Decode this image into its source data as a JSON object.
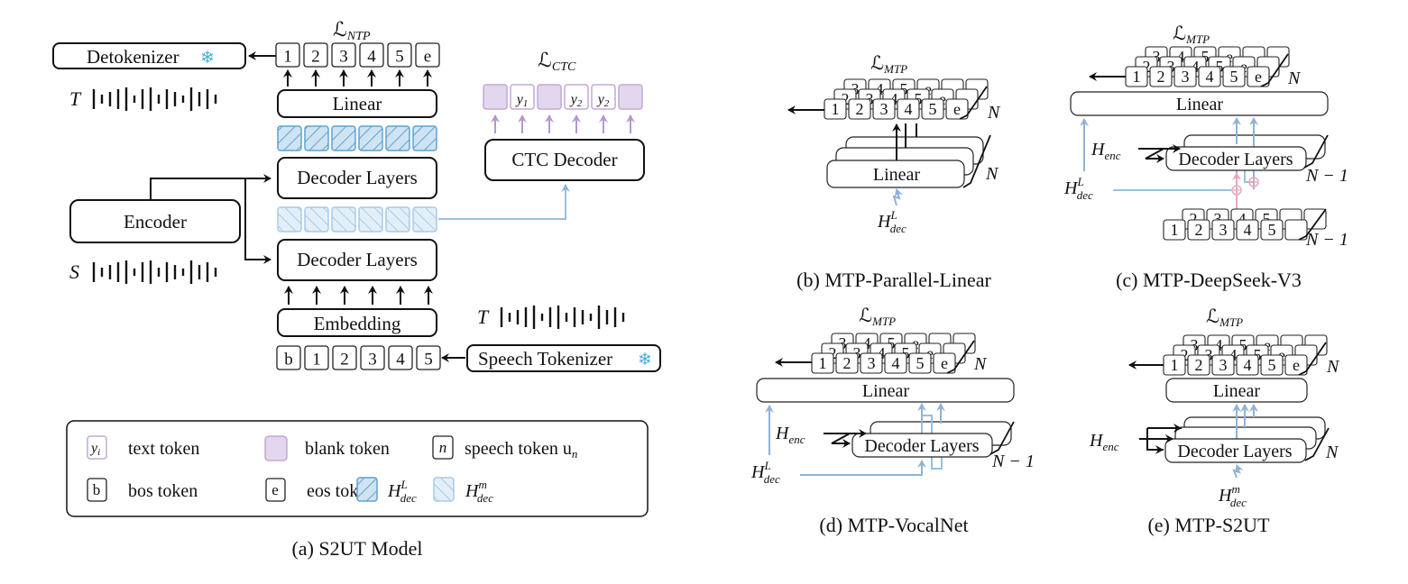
{
  "panel_a": {
    "caption": "(a) S2UT Model",
    "loss_ntp": "ℒ",
    "loss_ntp_sub": "NTP",
    "loss_ctc": "ℒ",
    "loss_ctc_sub": "CTC",
    "detokenizer": "Detokenizer",
    "linear": "Linear",
    "decoder_layers_top": "Decoder Layers",
    "decoder_layers_bottom": "Decoder Layers",
    "encoder": "Encoder",
    "ctc_decoder": "CTC Decoder",
    "embedding": "Embedding",
    "speech_tokenizer": "Speech Tokenizer",
    "freeze_icon": "❄",
    "wave_t_label": "T",
    "wave_s_label": "S",
    "wave_t2_label": "T",
    "output_tokens": [
      "1",
      "2",
      "3",
      "4",
      "5",
      "e"
    ],
    "input_tokens": [
      "b",
      "1",
      "2",
      "3",
      "4",
      "5"
    ],
    "ctc_tokens": [
      "",
      "y1",
      "",
      "y2",
      "y2",
      ""
    ],
    "legend": {
      "text_token_sym": "y",
      "text_token_sub": "i",
      "text_token": "text token",
      "blank_token": "blank token",
      "speech_token_sym": "n",
      "speech_token": "speech token u",
      "speech_token_sub": "n",
      "bos_sym": "b",
      "bos_token": "bos token",
      "eos_sym": "e",
      "eos_token": "eos token",
      "hdec_L": "H",
      "hdec_L_sup": "L",
      "hdec_L_sub": "dec",
      "hdec_m": "H",
      "hdec_m_sup": "m",
      "hdec_m_sub": "dec"
    }
  },
  "panel_b": {
    "caption": "(b) MTP-Parallel-Linear",
    "loss": "ℒ",
    "loss_sub": "MTP",
    "linear": "Linear",
    "n_label": "N",
    "n_label2": "N",
    "input_label": "H",
    "input_sup": "L",
    "input_sub": "dec",
    "row3": [
      "3",
      "4",
      "5",
      "e",
      "",
      ""
    ],
    "row2": [
      "2",
      "3",
      "4",
      "5",
      "e",
      ""
    ],
    "row1": [
      "1",
      "2",
      "3",
      "4",
      "5",
      "e"
    ]
  },
  "panel_c": {
    "caption": "(c) MTP-DeepSeek-V3",
    "loss": "ℒ",
    "loss_sub": "MTP",
    "linear": "Linear",
    "decoder_layers": "Decoder Layers",
    "n_label": "N",
    "n_minus_1_a": "N − 1",
    "n_minus_1_b": "N − 1",
    "h_enc": "H",
    "h_enc_sub": "enc",
    "h_dec": "H",
    "h_dec_sup": "L",
    "h_dec_sub": "dec",
    "row3": [
      "3",
      "4",
      "5",
      "e",
      "",
      ""
    ],
    "row2": [
      "2",
      "3",
      "4",
      "5",
      "e",
      ""
    ],
    "row1": [
      "1",
      "2",
      "3",
      "4",
      "5",
      "e"
    ],
    "in_row2": [
      "2",
      "3",
      "4",
      "5",
      "",
      ""
    ],
    "in_row1": [
      "1",
      "2",
      "3",
      "4",
      "5",
      ""
    ]
  },
  "panel_d": {
    "caption": "(d) MTP-VocalNet",
    "loss": "ℒ",
    "loss_sub": "MTP",
    "linear": "Linear",
    "decoder_layers": "Decoder Layers",
    "n_label": "N",
    "n_minus_1": "N − 1",
    "h_enc": "H",
    "h_enc_sub": "enc",
    "h_dec": "H",
    "h_dec_sup": "L",
    "h_dec_sub": "dec",
    "row3": [
      "3",
      "4",
      "5",
      "e",
      "",
      ""
    ],
    "row2": [
      "2",
      "3",
      "4",
      "5",
      "e",
      ""
    ],
    "row1": [
      "1",
      "2",
      "3",
      "4",
      "5",
      "e"
    ]
  },
  "panel_e": {
    "caption": "(e) MTP-S2UT",
    "loss": "ℒ",
    "loss_sub": "MTP",
    "linear": "Linear",
    "decoder_layers": "Decoder Layers",
    "n_label": "N",
    "n_label2": "N",
    "h_enc": "H",
    "h_enc_sub": "enc",
    "h_dec": "H",
    "h_dec_sup": "m",
    "h_dec_sub": "dec",
    "row3": [
      "3",
      "4",
      "5",
      "e",
      "",
      ""
    ],
    "row2": [
      "2",
      "3",
      "4",
      "5",
      "e",
      ""
    ],
    "row1": [
      "1",
      "2",
      "3",
      "4",
      "5",
      "e"
    ]
  },
  "colors": {
    "hdec_L_fill": "#cfe3f3",
    "hdec_L_stroke": "#5fa3cf",
    "hdec_m_fill": "#e1eef8",
    "hdec_m_stroke": "#a8cbe6",
    "ctc_fill": "#e2d7ec",
    "ctc_stroke": "#c2a8d8",
    "freeze": "#3fb0d8"
  }
}
